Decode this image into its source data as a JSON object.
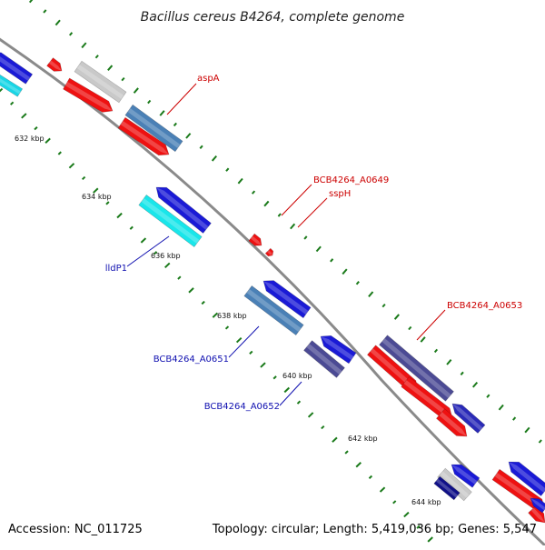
{
  "title": "Bacillus cereus B4264, complete genome",
  "footer": {
    "accession": "Accession: NC_011725",
    "summary": "Topology: circular; Length: 5,419,036 bp; Genes: 5,547"
  },
  "colors": {
    "backbone": "#8a8a8a",
    "tick": "#1a7a1a",
    "forward_label": "#cc0000",
    "reverse_label": "#1010b0"
  },
  "scale_labels": [
    "632 kbp",
    "634 kbp",
    "636 kbp",
    "638 kbp",
    "640 kbp",
    "642 kbp",
    "644 kbp"
  ],
  "gene_labels": [
    {
      "name": "aspA",
      "strand": "forward"
    },
    {
      "name": "BCB4264_A0649",
      "strand": "forward"
    },
    {
      "name": "sspH",
      "strand": "forward"
    },
    {
      "name": "BCB4264_A0653",
      "strand": "forward"
    },
    {
      "name": "lldP1",
      "strand": "reverse"
    },
    {
      "name": "BCB4264_A0651",
      "strand": "reverse"
    },
    {
      "name": "BCB4264_A0652",
      "strand": "reverse"
    }
  ],
  "features": [
    {
      "color": "#1a1ad6",
      "arrow": "start"
    },
    {
      "color": "#19d6e6",
      "arrow": "none"
    },
    {
      "color": "#ee1111",
      "arrow": "end"
    },
    {
      "color": "#c9c9c9",
      "arrow": "none"
    },
    {
      "color": "#ee1111",
      "arrow": "end"
    },
    {
      "color": "#4a80b6",
      "arrow": "none"
    },
    {
      "color": "#ee1111",
      "arrow": "end"
    },
    {
      "color": "#1a1ad6",
      "arrow": "start"
    },
    {
      "color": "#19e6ea",
      "arrow": "none"
    },
    {
      "color": "#ee1111",
      "arrow": "end"
    },
    {
      "color": "#ee1111",
      "arrow": "end"
    },
    {
      "color": "#1a1ad6",
      "arrow": "start"
    },
    {
      "color": "#4a80b6",
      "arrow": "none"
    },
    {
      "color": "#1a1ad6",
      "arrow": "start"
    },
    {
      "color": "#4b4a94",
      "arrow": "none"
    },
    {
      "color": "#4b4a94",
      "arrow": "none"
    },
    {
      "color": "#ee1111",
      "arrow": "end"
    },
    {
      "color": "#ee1111",
      "arrow": "end"
    },
    {
      "color": "#ee1111",
      "arrow": "end"
    },
    {
      "color": "#2a2ab8",
      "arrow": "start"
    },
    {
      "color": "#1a1ad6",
      "arrow": "start"
    },
    {
      "color": "#c9c9c9",
      "arrow": "none"
    },
    {
      "color": "#101088",
      "arrow": "none"
    },
    {
      "color": "#1a1ad6",
      "arrow": "start"
    },
    {
      "color": "#ee1111",
      "arrow": "end"
    },
    {
      "color": "#ee1111",
      "arrow": "end"
    },
    {
      "color": "#1a1ad6",
      "arrow": "start"
    }
  ]
}
